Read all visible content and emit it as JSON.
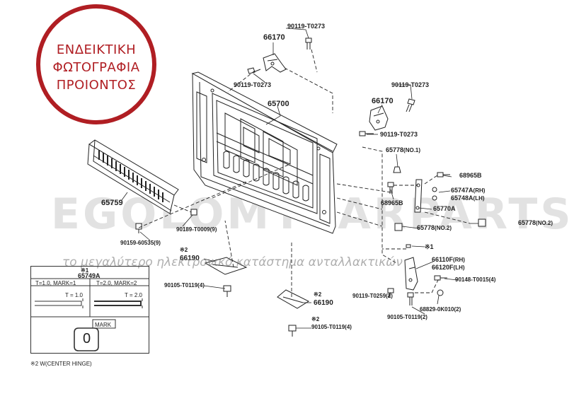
{
  "stamp": {
    "lines": [
      "ΕΝΔΕΙΚΤΙΚΗ",
      "ΦΩΤΟΓΡΑΦΙΑ",
      "ΠΡΟΙΟΝΤΟΣ"
    ],
    "color": "#b01e23"
  },
  "watermark": {
    "site": "EGOLOMYCARPARTS.GR",
    "tagline": "το μεγαλύτερο ηλεκτρονικό κατάστημα ανταλλακτικών"
  },
  "parts": {
    "p66170_top": "66170",
    "p90119_t0273_a": "90119-T0273",
    "p90119_t0273_b": "90119-T0273",
    "p65700": "65700",
    "p90119_t0273_c": "90119-T0273",
    "p66170_right": "66170",
    "p90119_t0273_d": "90119-T0273",
    "p65778_no1": "65778",
    "p65778_no1_suffix": "(NO.1)",
    "p68965b_a": "68965B",
    "p65747a": "65747A",
    "p65747a_suffix": "(RH)",
    "p65748a": "65748A",
    "p65748a_suffix": "(LH)",
    "p68965b_b": "68965B",
    "p65770a": "65770A",
    "p65778_r": "65778",
    "p65778_r_suffix": "(NO.2)",
    "p65778_no2": "65778",
    "p65778_no2_suffix": "(NO.2)",
    "mark1": "※1",
    "p66110f": "66110F",
    "p66110f_suffix": "(RH)",
    "p66120f": "66120F",
    "p66120f_suffix": "(LH)",
    "p90148_t0015": "90148-T0015",
    "p90148_t0015_suffix": "(4)",
    "p90119_t0259": "90119-T0259",
    "p90119_t0259_suffix": "(2)",
    "p68829_0k010": "68829-0K010",
    "p68829_0k010_suffix": "(2)",
    "p90105_t0119_r": "90105-T0119",
    "p90105_t0119_r_suffix": "(2)",
    "p65759": "65759",
    "p90189_t0009": "90189-T0009",
    "p90189_t0009_suffix": "(9)",
    "p90159_60535": "90159-60535",
    "p90159_60535_suffix": "(9)",
    "mark2_a": "※2",
    "p66190_a": "66190",
    "p90105_t0119_a": "90105-T0119",
    "p90105_t0119_a_suffix": "(4)",
    "mark2_b": "※2",
    "p66190_b": "66190",
    "mark2_c": "※2",
    "p90105_t0119_b": "90105-T0119",
    "p90105_t0119_b_suffix": "(4)"
  },
  "inset": {
    "mark": "※1",
    "part": "65749A",
    "col1": "T=1.0, MARK=1",
    "col2": "T=2.0, MARK=2",
    "t1": "T = 1.0",
    "t2": "T = 2.0",
    "mark_tag": "MARK",
    "mark_glyph": "0"
  },
  "footnote": "※2 W(CENTER HINGE)"
}
